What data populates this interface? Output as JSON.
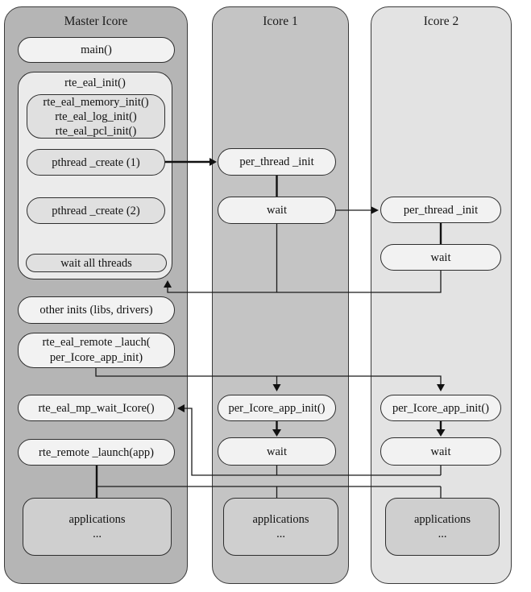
{
  "colors": {
    "master_column": "#b5b5b5",
    "icore1_column": "#c4c4c4",
    "icore2_column": "#e3e3e3",
    "light_box": "#f2f2f2",
    "eal_container_box": "#ebebeb",
    "sub_box": "#e0e0e0",
    "applications_box": "#cfcfcf",
    "border": "#2e2e2e",
    "line": "#111111"
  },
  "columns": {
    "master": {
      "title": "Master Icore",
      "main": "main()",
      "eal_init_label": "rte_eal_init()",
      "eal_sub_init_lines": [
        "rte_eal_memory_init()",
        "rte_eal_log_init()",
        "rte_eal_pcl_init()"
      ],
      "pthread_create_1": "pthread _create (1)",
      "pthread_create_2": "pthread _create (2)",
      "wait_all_threads": "wait all threads",
      "other_inits": "other inits (libs, drivers)",
      "remote_lauch_lines": [
        "rte_eal_remote _lauch(",
        "per_Icore_app_init)"
      ],
      "mp_wait": "rte_eal_mp_wait_Icore()",
      "remote_launch_app": "rte_remote _launch(app)",
      "applications": "applications",
      "applications_more": "..."
    },
    "icore1": {
      "title": "Icore 1",
      "per_thread_init": "per_thread _init",
      "wait_top": "wait",
      "per_icore_app_init": "per_Icore_app_init()",
      "wait_bottom": "wait",
      "applications": "applications",
      "applications_more": "..."
    },
    "icore2": {
      "title": "Icore 2",
      "per_thread_init": "per_thread _init",
      "wait_top": "wait",
      "per_icore_app_init": "per_Icore_app_init()",
      "wait_bottom": "wait",
      "applications": "applications",
      "applications_more": "..."
    }
  }
}
